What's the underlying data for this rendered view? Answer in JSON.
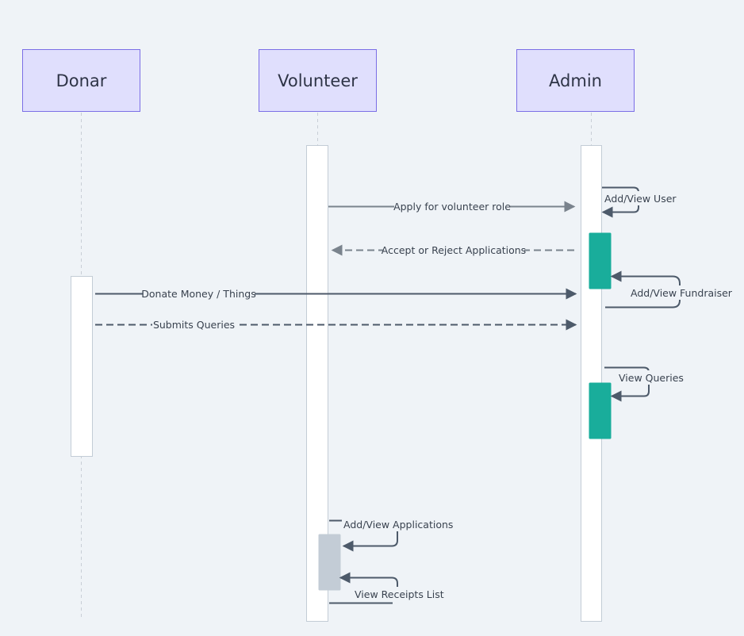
{
  "actors": [
    {
      "id": "donar",
      "label": "Donar"
    },
    {
      "id": "volunteer",
      "label": "Volunteer"
    },
    {
      "id": "admin",
      "label": "Admin"
    }
  ],
  "messages": [
    {
      "from": "volunteer",
      "to": "admin",
      "label": "Apply for volunteer role",
      "style": "solid",
      "color": "#7a838d"
    },
    {
      "from": "admin",
      "to": "volunteer",
      "label": "Accept or Reject Applications",
      "style": "dashed",
      "color": "#7a838d"
    },
    {
      "from": "donar",
      "to": "admin",
      "label": "Donate Money / Things",
      "style": "solid",
      "color": "#4d5a6a"
    },
    {
      "from": "donar",
      "to": "admin",
      "label": "Submits Queries",
      "style": "dashed",
      "color": "#4d5a6a"
    }
  ],
  "self_messages": [
    {
      "actor": "admin",
      "label": "Add/View User"
    },
    {
      "actor": "admin",
      "label": "Add/View Fundraiser"
    },
    {
      "actor": "admin",
      "label": "View Queries"
    },
    {
      "actor": "volunteer",
      "label": "Add/View Applications"
    },
    {
      "actor": "volunteer",
      "label": "View Receipts List"
    }
  ],
  "colors": {
    "background": "#eff3f7",
    "actor_fill": "#e0dffd",
    "actor_stroke": "#7b6ee6",
    "admin_activation": "#19ad9b",
    "volunteer_activation": "#c3ccd6",
    "arrow_dark": "#4d5a6a",
    "arrow_light": "#7a838d"
  }
}
